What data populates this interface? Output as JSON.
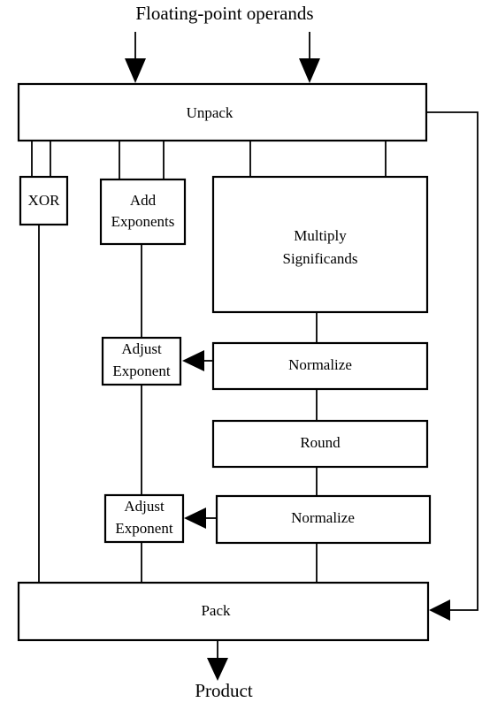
{
  "diagram": {
    "input_label": "Floating-point operands",
    "output_label": "Product",
    "blocks": {
      "unpack": "Unpack",
      "xor": "XOR",
      "add_exponents": [
        "Add",
        "Exponents"
      ],
      "multiply_significands": [
        "Multiply",
        "Significands"
      ],
      "adjust_exponent_1": [
        "Adjust",
        "Exponent"
      ],
      "normalize_1": "Normalize",
      "round": "Round",
      "adjust_exponent_2": [
        "Adjust",
        "Exponent"
      ],
      "normalize_2": "Normalize",
      "pack": "Pack"
    },
    "colors": {
      "stroke": "#000000",
      "fill": "#ffffff",
      "text": "#000000"
    }
  }
}
